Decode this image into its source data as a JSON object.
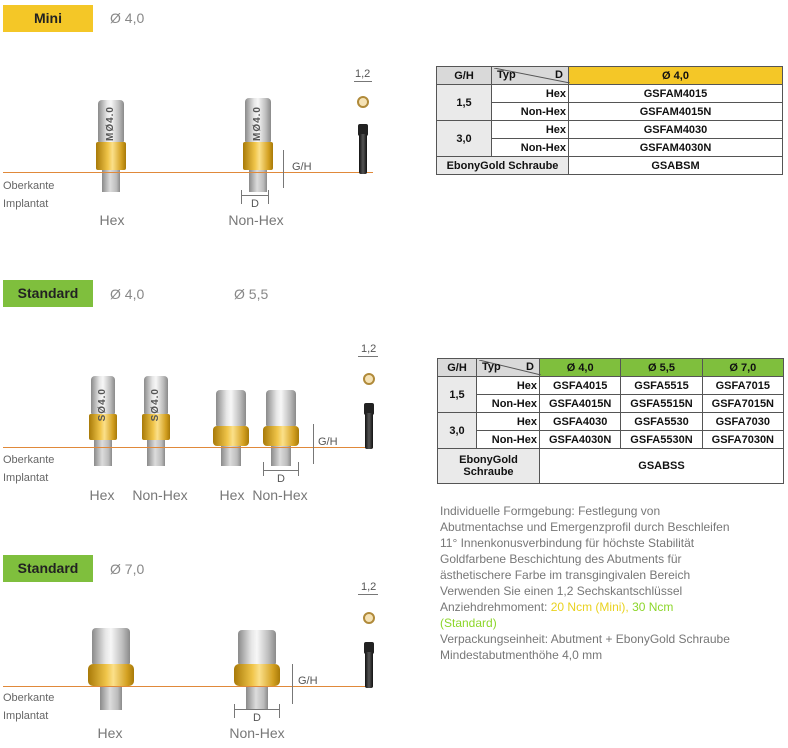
{
  "sections": {
    "mini": {
      "badge": "Mini",
      "dia": "Ø 4,0"
    },
    "std1": {
      "badge": "Standard",
      "dia1": "Ø 4,0",
      "dia2": "Ø 5,5"
    },
    "std2": {
      "badge": "Standard",
      "dia": "Ø 7,0"
    }
  },
  "labels": {
    "oberkante": "Oberkante",
    "implantat": "Implantat",
    "hex": "Hex",
    "nonhex": "Non-Hex",
    "gh": "G/H",
    "d": "D",
    "screw_size": "1,2",
    "mark_mini": "MØ4.0",
    "mark_std": "SØ4.0"
  },
  "table_mini": {
    "h_gh": "G/H",
    "h_typ": "Typ",
    "h_d": "D",
    "h_dia": "Ø 4,0",
    "g1": "1,5",
    "g2": "3,0",
    "hex": "Hex",
    "nonhex": "Non-Hex",
    "r1": "GSFAM4015",
    "r2": "GSFAM4015N",
    "r3": "GSFAM4030",
    "r4": "GSFAM4030N",
    "screw_label": "EbonyGold Schraube",
    "screw": "GSABSM"
  },
  "table_std": {
    "h_gh": "G/H",
    "h_typ": "Typ",
    "h_d": "D",
    "h_dia1": "Ø 4,0",
    "h_dia2": "Ø 5,5",
    "h_dia3": "Ø 7,0",
    "g1": "1,5",
    "g2": "3,0",
    "hex": "Hex",
    "nonhex": "Non-Hex",
    "r1": [
      "GSFA4015",
      "GSFA5515",
      "GSFA7015"
    ],
    "r2": [
      "GSFA4015N",
      "GSFA5515N",
      "GSFA7015N"
    ],
    "r3": [
      "GSFA4030",
      "GSFA5530",
      "GSFA7030"
    ],
    "r4": [
      "GSFA4030N",
      "GSFA5530N",
      "GSFA7030N"
    ],
    "screw_label1": "EbonyGold",
    "screw_label2": "Schraube",
    "screw": "GSABSS"
  },
  "notes": {
    "l1": "Individuelle Formgebung: Festlegung von Abutmentachse und Emergenzprofil durch Beschleifen",
    "l2": "11° Innenkonusverbindung für höchste Stabilität",
    "l3": "Goldfarbene Beschichtung des Abutments für ästhetischere Farbe im transgingivalen Bereich",
    "l4": "Verwenden Sie einen 1,2 Sechskantschlüssel",
    "l5a": "Anziehdrehmoment: ",
    "l5b": "20 Ncm (Mini), ",
    "l5c": "30 Ncm (Standard)",
    "l6": "Verpackungseinheit: Abutment + EbonyGold Schraube",
    "l7": "Mindestabutmenthöhe 4,0 mm"
  },
  "colors": {
    "mini": "#f4c727",
    "standard": "#7fbf3d",
    "implant_line": "#e0893a"
  }
}
